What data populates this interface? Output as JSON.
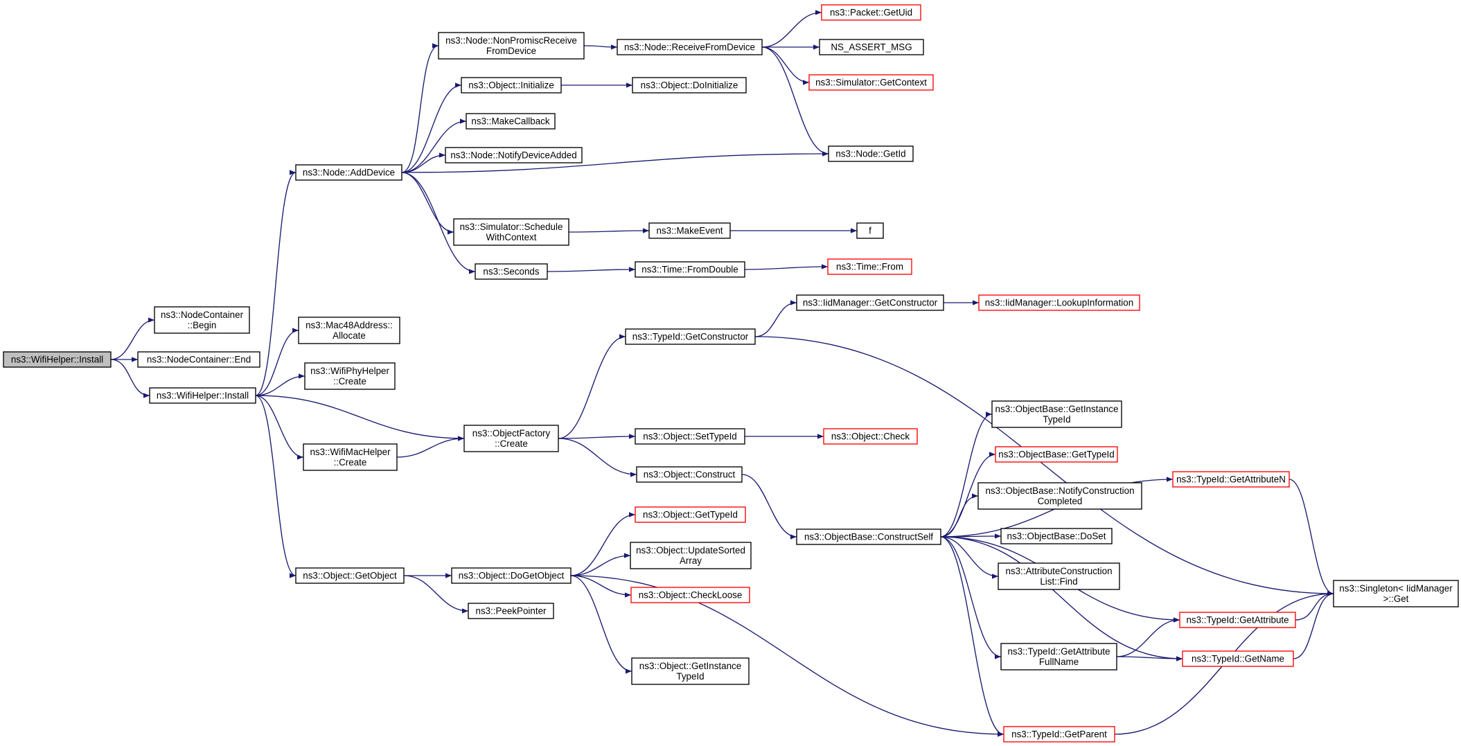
{
  "colors": {
    "edge": "#191970",
    "node_border": "#000000",
    "node_border_truncated": "#ff0000",
    "root_fill": "#bfbfbf",
    "background": "#ffffff"
  },
  "nodes": [
    {
      "id": "wifihelper-install-root",
      "lines": [
        "ns3::WifiHelper::Install"
      ],
      "style": "root"
    },
    {
      "id": "nodecontainer-begin",
      "lines": [
        "ns3::NodeContainer",
        "::Begin"
      ],
      "style": "normal"
    },
    {
      "id": "nodecontainer-end",
      "lines": [
        "ns3::NodeContainer::End"
      ],
      "style": "normal"
    },
    {
      "id": "wifihelper-install",
      "lines": [
        "ns3::WifiHelper::Install"
      ],
      "style": "normal"
    },
    {
      "id": "node-adddevice",
      "lines": [
        "ns3::Node::AddDevice"
      ],
      "style": "normal"
    },
    {
      "id": "mac48-allocate",
      "lines": [
        "ns3::Mac48Address::",
        "Allocate"
      ],
      "style": "normal"
    },
    {
      "id": "wifiphyhelper-create",
      "lines": [
        "ns3::WifiPhyHelper",
        "::Create"
      ],
      "style": "normal"
    },
    {
      "id": "wifimachelper-create",
      "lines": [
        "ns3::WifiMacHelper",
        "::Create"
      ],
      "style": "normal"
    },
    {
      "id": "object-getobject",
      "lines": [
        "ns3::Object::GetObject"
      ],
      "style": "normal"
    },
    {
      "id": "node-nonpromisc",
      "lines": [
        "ns3::Node::NonPromiscReceive",
        "FromDevice"
      ],
      "style": "normal"
    },
    {
      "id": "object-initialize",
      "lines": [
        "ns3::Object::Initialize"
      ],
      "style": "normal"
    },
    {
      "id": "makecallback",
      "lines": [
        "ns3::MakeCallback"
      ],
      "style": "normal"
    },
    {
      "id": "node-notifydeviceadded",
      "lines": [
        "ns3::Node::NotifyDeviceAdded"
      ],
      "style": "normal"
    },
    {
      "id": "simulator-schedulewithcontext",
      "lines": [
        "ns3::Simulator::Schedule",
        "WithContext"
      ],
      "style": "normal"
    },
    {
      "id": "seconds",
      "lines": [
        "ns3::Seconds"
      ],
      "style": "normal"
    },
    {
      "id": "typeid-getconstructor",
      "lines": [
        "ns3::TypeId::GetConstructor"
      ],
      "style": "normal"
    },
    {
      "id": "objectfactory-create",
      "lines": [
        "ns3::ObjectFactory",
        "::Create"
      ],
      "style": "normal"
    },
    {
      "id": "object-dogetobject",
      "lines": [
        "ns3::Object::DoGetObject"
      ],
      "style": "normal"
    },
    {
      "id": "peekpointer",
      "lines": [
        "ns3::PeekPointer"
      ],
      "style": "normal"
    },
    {
      "id": "node-receivefromdevice",
      "lines": [
        "ns3::Node::ReceiveFromDevice"
      ],
      "style": "normal"
    },
    {
      "id": "object-doinitialize",
      "lines": [
        "ns3::Object::DoInitialize"
      ],
      "style": "normal"
    },
    {
      "id": "makeevent",
      "lines": [
        "ns3::MakeEvent"
      ],
      "style": "normal"
    },
    {
      "id": "time-fromdouble",
      "lines": [
        "ns3::Time::FromDouble"
      ],
      "style": "normal"
    },
    {
      "id": "iidmanager-getconstructor",
      "lines": [
        "ns3::IidManager::GetConstructor"
      ],
      "style": "normal"
    },
    {
      "id": "object-settypeid",
      "lines": [
        "ns3::Object::SetTypeId"
      ],
      "style": "normal"
    },
    {
      "id": "object-construct",
      "lines": [
        "ns3::Object::Construct"
      ],
      "style": "normal"
    },
    {
      "id": "object-gettypeid",
      "lines": [
        "ns3::Object::GetTypeId"
      ],
      "style": "truncated"
    },
    {
      "id": "object-updatesortedarray",
      "lines": [
        "ns3::Object::UpdateSorted",
        "Array"
      ],
      "style": "normal"
    },
    {
      "id": "object-checkloose",
      "lines": [
        "ns3::Object::CheckLoose"
      ],
      "style": "truncated"
    },
    {
      "id": "object-getinstancetypeid",
      "lines": [
        "ns3::Object::GetInstance",
        "TypeId"
      ],
      "style": "normal"
    },
    {
      "id": "packet-getuid",
      "lines": [
        "ns3::Packet::GetUid"
      ],
      "style": "truncated"
    },
    {
      "id": "ns-assert-msg",
      "lines": [
        "NS_ASSERT_MSG"
      ],
      "style": "normal"
    },
    {
      "id": "simulator-getcontext",
      "lines": [
        "ns3::Simulator::GetContext"
      ],
      "style": "truncated"
    },
    {
      "id": "node-getid",
      "lines": [
        "ns3::Node::GetId"
      ],
      "style": "normal"
    },
    {
      "id": "f",
      "lines": [
        "f"
      ],
      "style": "normal"
    },
    {
      "id": "time-from",
      "lines": [
        "ns3::Time::From"
      ],
      "style": "truncated"
    },
    {
      "id": "iidmanager-lookupinformation",
      "lines": [
        "ns3::IidManager::LookupInformation"
      ],
      "style": "truncated"
    },
    {
      "id": "object-check",
      "lines": [
        "ns3::Object::Check"
      ],
      "style": "truncated"
    },
    {
      "id": "objectbase-constructself",
      "lines": [
        "ns3::ObjectBase::ConstructSelf"
      ],
      "style": "normal"
    },
    {
      "id": "objectbase-getinstancetypeid",
      "lines": [
        "ns3::ObjectBase::GetInstance",
        "TypeId"
      ],
      "style": "normal"
    },
    {
      "id": "objectbase-gettypeid",
      "lines": [
        "ns3::ObjectBase::GetTypeId"
      ],
      "style": "truncated"
    },
    {
      "id": "objectbase-notifyconstructioncompleted",
      "lines": [
        "ns3::ObjectBase::NotifyConstruction",
        "Completed"
      ],
      "style": "normal"
    },
    {
      "id": "objectbase-doset",
      "lines": [
        "ns3::ObjectBase::DoSet"
      ],
      "style": "normal"
    },
    {
      "id": "attributeconstructionlist-find",
      "lines": [
        "ns3::AttributeConstruction",
        "List::Find"
      ],
      "style": "normal"
    },
    {
      "id": "typeid-getattributefullname",
      "lines": [
        "ns3::TypeId::GetAttribute",
        "FullName"
      ],
      "style": "normal"
    },
    {
      "id": "typeid-getattributen",
      "lines": [
        "ns3::TypeId::GetAttributeN"
      ],
      "style": "truncated"
    },
    {
      "id": "typeid-getattribute",
      "lines": [
        "ns3::TypeId::GetAttribute"
      ],
      "style": "truncated"
    },
    {
      "id": "typeid-getname",
      "lines": [
        "ns3::TypeId::GetName"
      ],
      "style": "truncated"
    },
    {
      "id": "typeid-getparent",
      "lines": [
        "ns3::TypeId::GetParent"
      ],
      "style": "truncated"
    },
    {
      "id": "singleton-get",
      "lines": [
        "ns3::Singleton< IidManager",
        ">::Get"
      ],
      "style": "normal"
    }
  ],
  "edges": [
    [
      "wifihelper-install-root",
      "nodecontainer-begin"
    ],
    [
      "wifihelper-install-root",
      "nodecontainer-end"
    ],
    [
      "wifihelper-install-root",
      "wifihelper-install"
    ],
    [
      "wifihelper-install",
      "node-adddevice"
    ],
    [
      "wifihelper-install",
      "mac48-allocate"
    ],
    [
      "wifihelper-install",
      "wifiphyhelper-create"
    ],
    [
      "wifihelper-install",
      "objectfactory-create"
    ],
    [
      "wifihelper-install",
      "wifimachelper-create"
    ],
    [
      "wifihelper-install",
      "object-getobject"
    ],
    [
      "node-adddevice",
      "node-nonpromisc"
    ],
    [
      "node-adddevice",
      "object-initialize"
    ],
    [
      "node-adddevice",
      "makecallback"
    ],
    [
      "node-adddevice",
      "node-notifydeviceadded"
    ],
    [
      "node-adddevice",
      "node-getid"
    ],
    [
      "node-adddevice",
      "simulator-schedulewithcontext"
    ],
    [
      "node-adddevice",
      "seconds"
    ],
    [
      "node-nonpromisc",
      "node-receivefromdevice"
    ],
    [
      "node-receivefromdevice",
      "packet-getuid"
    ],
    [
      "node-receivefromdevice",
      "ns-assert-msg"
    ],
    [
      "node-receivefromdevice",
      "simulator-getcontext"
    ],
    [
      "node-receivefromdevice",
      "node-getid"
    ],
    [
      "object-initialize",
      "object-doinitialize"
    ],
    [
      "simulator-schedulewithcontext",
      "makeevent"
    ],
    [
      "makeevent",
      "f"
    ],
    [
      "seconds",
      "time-fromdouble"
    ],
    [
      "time-fromdouble",
      "time-from"
    ],
    [
      "wifimachelper-create",
      "objectfactory-create"
    ],
    [
      "objectfactory-create",
      "typeid-getconstructor"
    ],
    [
      "objectfactory-create",
      "object-settypeid"
    ],
    [
      "objectfactory-create",
      "object-construct"
    ],
    [
      "typeid-getconstructor",
      "iidmanager-getconstructor"
    ],
    [
      "typeid-getconstructor",
      "singleton-get"
    ],
    [
      "iidmanager-getconstructor",
      "iidmanager-lookupinformation"
    ],
    [
      "object-settypeid",
      "object-check"
    ],
    [
      "object-construct",
      "objectbase-constructself"
    ],
    [
      "object-getobject",
      "object-dogetobject"
    ],
    [
      "object-getobject",
      "peekpointer"
    ],
    [
      "object-dogetobject",
      "object-gettypeid"
    ],
    [
      "object-dogetobject",
      "object-updatesortedarray"
    ],
    [
      "object-dogetobject",
      "object-checkloose"
    ],
    [
      "object-dogetobject",
      "object-getinstancetypeid"
    ],
    [
      "object-dogetobject",
      "typeid-getparent"
    ],
    [
      "objectbase-constructself",
      "objectbase-getinstancetypeid"
    ],
    [
      "objectbase-constructself",
      "objectbase-gettypeid"
    ],
    [
      "objectbase-constructself",
      "objectbase-notifyconstructioncompleted"
    ],
    [
      "objectbase-constructself",
      "objectbase-doset"
    ],
    [
      "objectbase-constructself",
      "attributeconstructionlist-find"
    ],
    [
      "objectbase-constructself",
      "typeid-getattributefullname"
    ],
    [
      "objectbase-constructself",
      "typeid-getattributen"
    ],
    [
      "objectbase-constructself",
      "typeid-getattribute"
    ],
    [
      "objectbase-constructself",
      "typeid-getname"
    ],
    [
      "objectbase-constructself",
      "typeid-getparent"
    ],
    [
      "typeid-getattributefullname",
      "typeid-getattribute"
    ],
    [
      "typeid-getattributefullname",
      "typeid-getname"
    ],
    [
      "typeid-getattributen",
      "singleton-get"
    ],
    [
      "typeid-getattribute",
      "singleton-get"
    ],
    [
      "typeid-getname",
      "singleton-get"
    ],
    [
      "typeid-getparent",
      "singleton-get"
    ]
  ]
}
